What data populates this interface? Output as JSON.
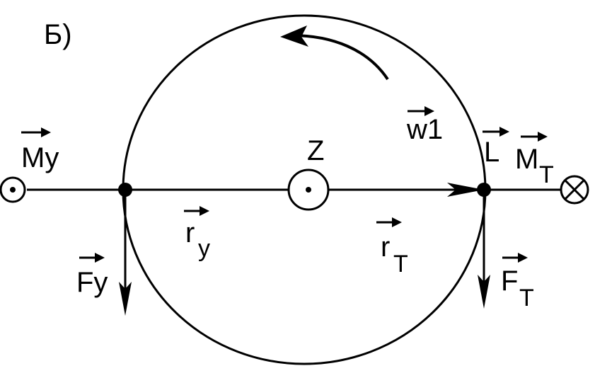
{
  "panel_label": "Б)",
  "labels": {
    "z_axis": "Z",
    "w1": "w1",
    "L": "L",
    "My": "My",
    "M_T_main": "M",
    "M_T_sub": "T",
    "r_y_main": "r",
    "r_y_sub": "y",
    "r_T_main": "r",
    "r_T_sub": "T",
    "Fy": "Fy",
    "F_T_main": "F",
    "F_T_sub": "T"
  },
  "symbols": {
    "left_axis": "circle-dot-icon (out of page)",
    "right_axis": "circle-cross-icon (into page)",
    "center_axis": "circle-dot-icon (out of page)"
  },
  "colors": {
    "ink": "#000000",
    "background": "#ffffff"
  }
}
